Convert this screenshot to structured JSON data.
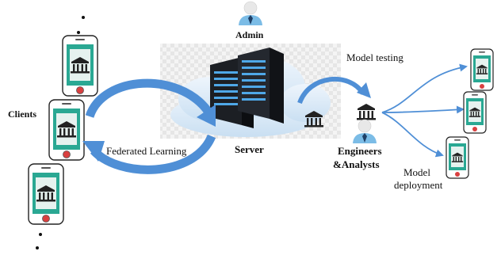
{
  "labels": {
    "admin": "Admin",
    "clients": "Clients",
    "server": "Server",
    "federated_learning": "Federated Learning",
    "model_testing": "Model testing",
    "engineers_line1": "Engineers",
    "engineers_line2": "&Analysts",
    "model_deployment_line1": "Model",
    "model_deployment_line2": "deployment"
  },
  "colors": {
    "phone_body": "#2aa893",
    "phone_outline": "#222222",
    "phone_button": "#d94040",
    "arrow_blue": "#4f8fd6",
    "server_dark": "#1c1f24",
    "server_light": "#4fa8e8",
    "cloud": "#dbe9f6",
    "admin_person": "#7bbce6"
  },
  "icons": {
    "client_device": "smartphone-bank-icon",
    "server": "server-rack-icon",
    "bank": "bank-building-icon",
    "person": "user-avatar-icon",
    "cloud": "cloud-icon"
  }
}
